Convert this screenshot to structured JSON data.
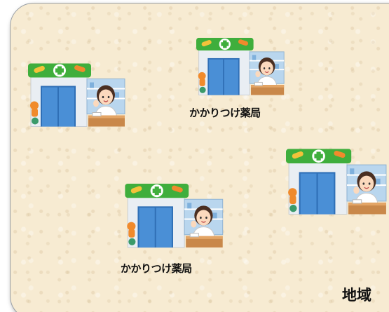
{
  "pharmacies": [
    {
      "label": ""
    },
    {
      "label": "かかりつけ薬局"
    },
    {
      "label": "かかりつけ薬局"
    },
    {
      "label": ""
    }
  ],
  "footer_text": "地域",
  "colors": {
    "background": "#f7ebd2",
    "roof_green": "#3fae3c",
    "wall_blue": "#3d7fc4",
    "counter_brown": "#c9884a",
    "pill_orange": "#f08a2c"
  }
}
